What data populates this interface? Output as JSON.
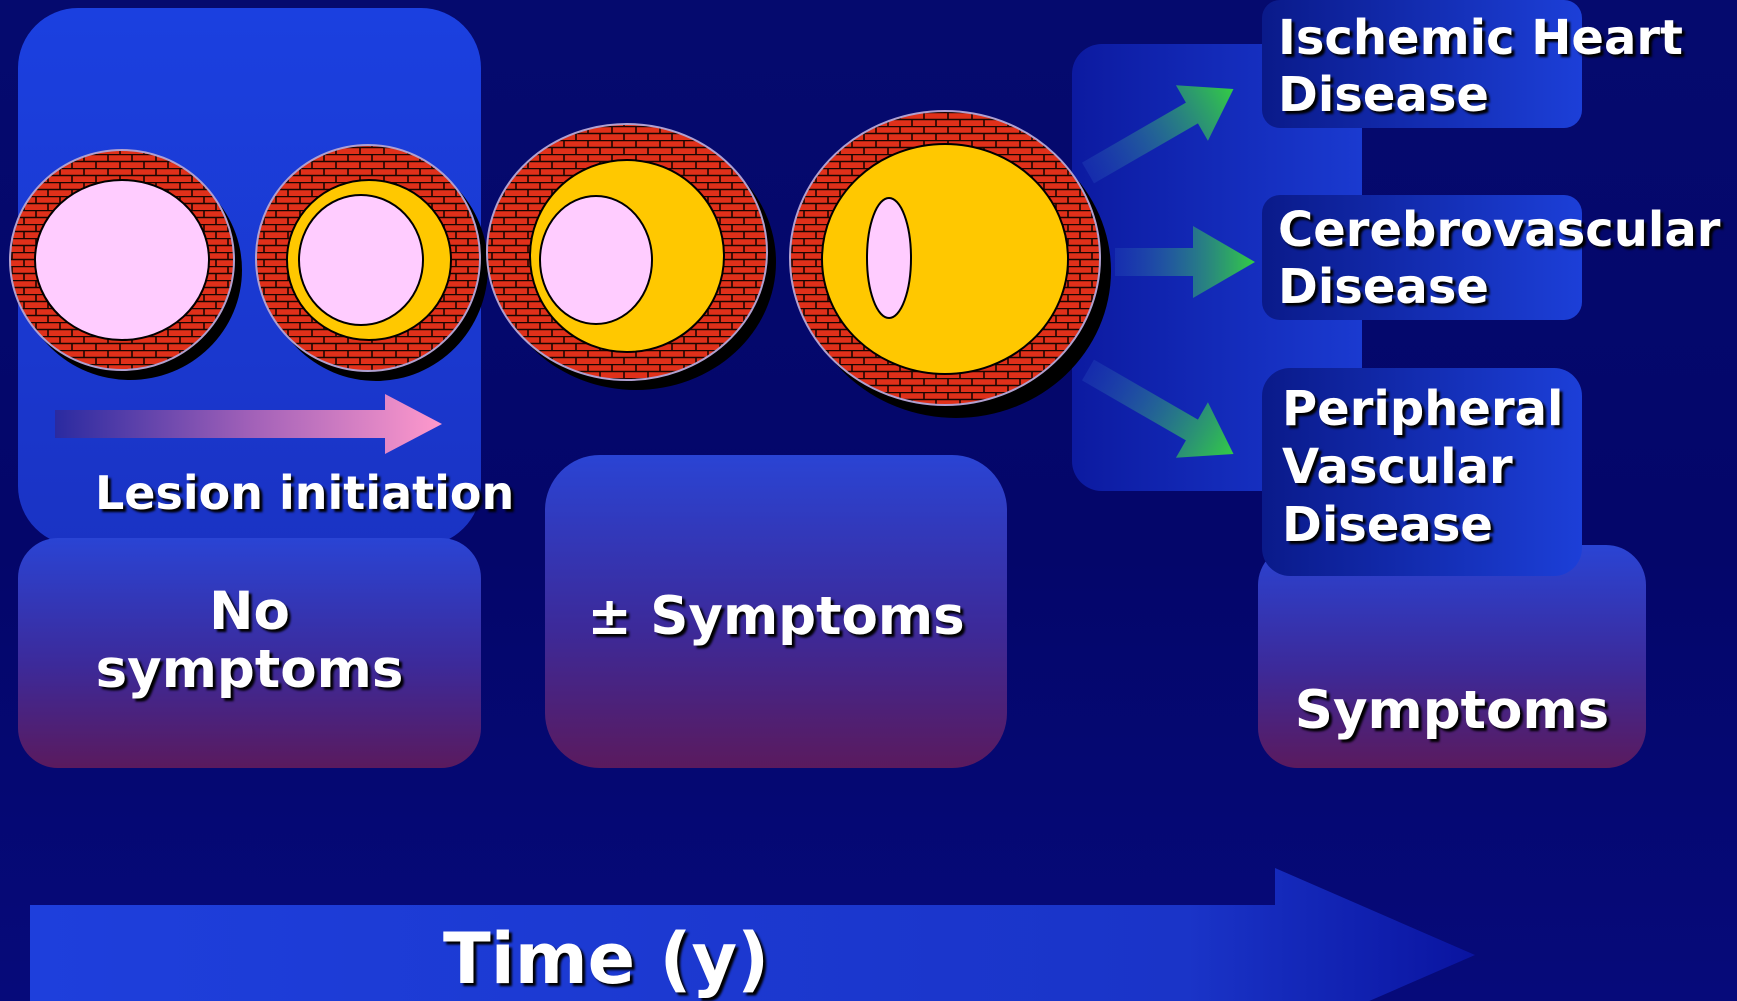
{
  "colors": {
    "background": "#04066a",
    "panel_blue": "#1a3fd6",
    "symptom_panel_top": "#2a44d4",
    "symptom_panel_bottom": "#5a1a5e",
    "arterial_wall": "#e0301a",
    "brick_mortar": "#1a0500",
    "plaque": "#ffc800",
    "lumen": "#ffccff",
    "initiation_arrow": "#ff99cc",
    "outcome_arrows": "#33cc44",
    "time_arrow": "#1e3fdc"
  },
  "icons": [
    "artery-cross-section-icon",
    "progression-arrow-icon",
    "outcome-arrow-icon",
    "time-arrow-icon"
  ],
  "labels": {
    "lesion_initiation": "Lesion initiation",
    "no_symptoms_line1": "No",
    "no_symptoms_line2": "symptoms",
    "plus_minus_symptoms": "± Symptoms",
    "symptoms": "Symptoms",
    "time": "Time (y)"
  },
  "outcomes": [
    {
      "line1": "Ischemic Heart",
      "line2": "Disease"
    },
    {
      "line1": "Cerebrovascular",
      "line2": "Disease"
    },
    {
      "line1": "Peripheral",
      "line2": "Vascular",
      "line3": "Disease"
    }
  ],
  "artery_stages": [
    "normal",
    "early plaque",
    "moderate plaque",
    "severe stenosis"
  ]
}
